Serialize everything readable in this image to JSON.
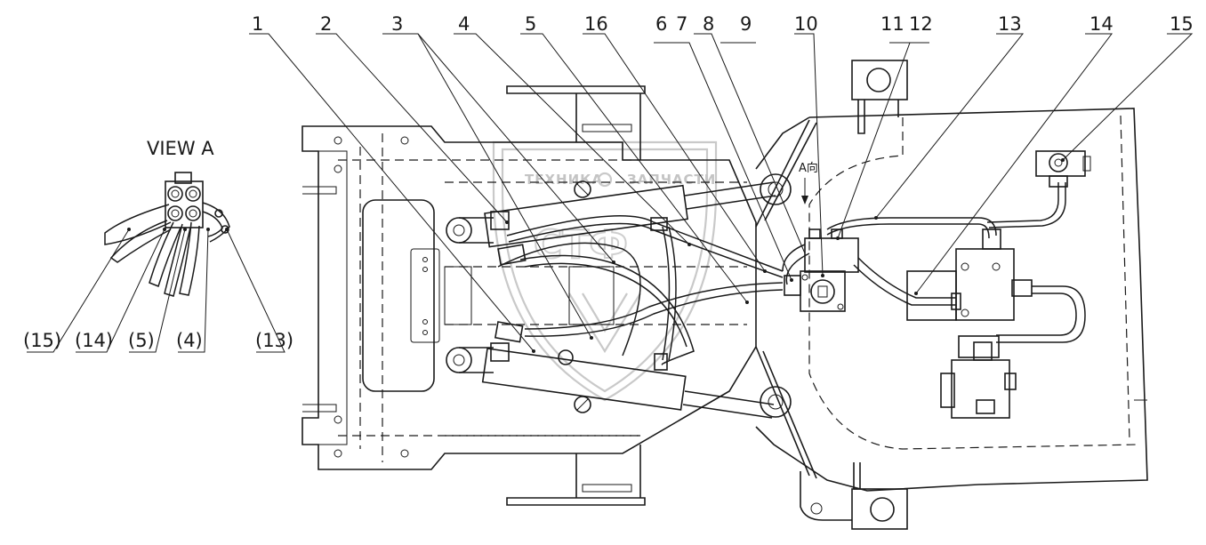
{
  "view_title": "VIEW A",
  "view_arrow_label": "A向",
  "watermark": {
    "top_text": "ТЕХНИКА",
    "top_text_right": "ЗАПЧАСТИ",
    "big_text": "СТФ"
  },
  "callouts": [
    "1",
    "2",
    "3",
    "4",
    "5",
    "16",
    "6",
    "7",
    "8",
    "9",
    "10",
    "11",
    "12",
    "13",
    "14",
    "15"
  ],
  "view_a_callouts": [
    "(15)",
    "(14)",
    "(5)",
    "(4)",
    "(13)"
  ]
}
